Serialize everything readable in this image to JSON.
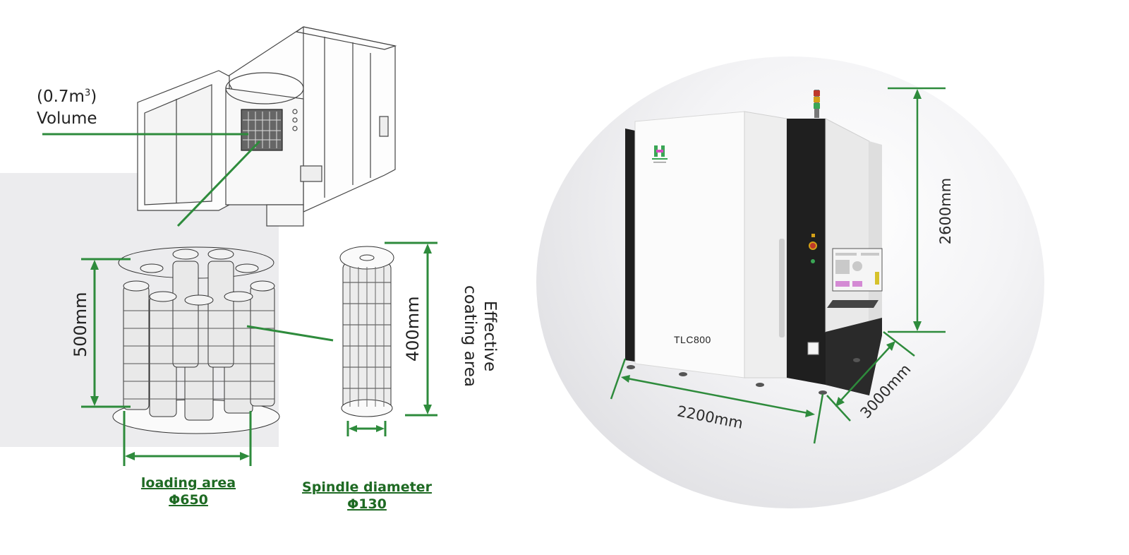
{
  "volume": {
    "value_label": "(0.7m",
    "superscript": "3",
    "close": ")",
    "word": "Volume"
  },
  "rack": {
    "height_label": "500mm",
    "loading_label": "loading area",
    "loading_value": "Φ650"
  },
  "spindle": {
    "height_label": "400mm",
    "diameter_label": "Spindle diameter",
    "diameter_value": "Φ130"
  },
  "coating": {
    "line1": "Effective",
    "line2": "coating area"
  },
  "machine": {
    "model": "TLC800",
    "height_label": "2600mm",
    "width_label": "2200mm",
    "depth_label": "3000mm"
  },
  "colors": {
    "accent_green": "#2e8b3c",
    "label_green": "#1e6a23",
    "machine_black": "#1f1f1f"
  }
}
